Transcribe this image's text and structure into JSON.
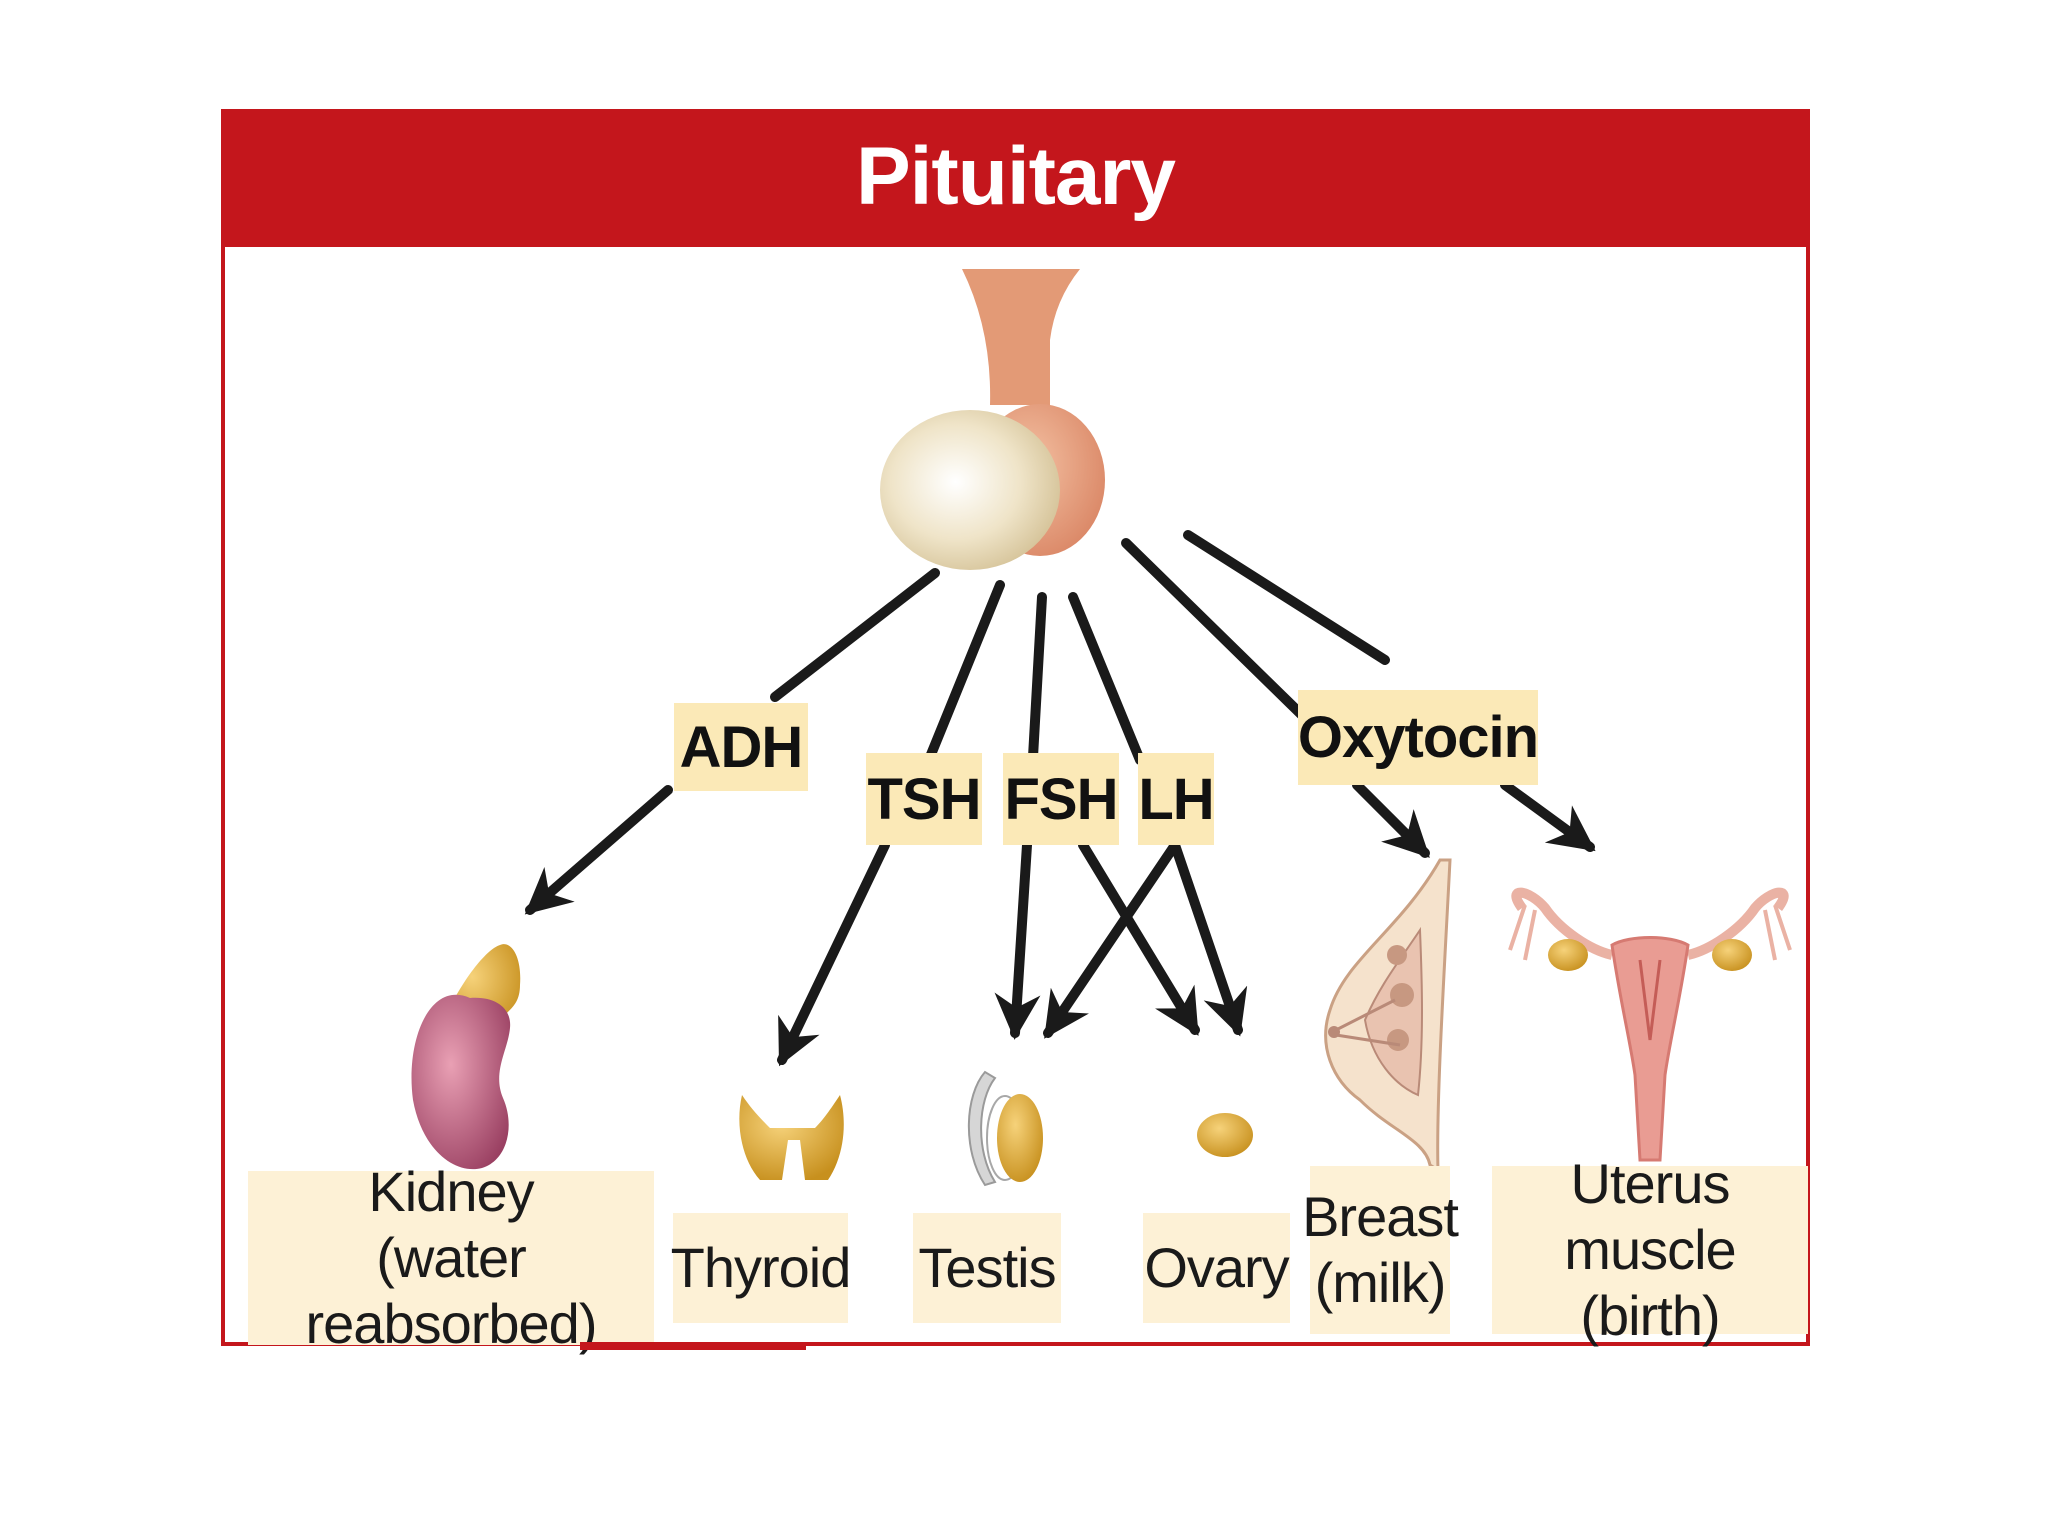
{
  "title": "Pituitary",
  "colors": {
    "accent": "#c4161c",
    "hormone_label_bg": "#fbe9b7",
    "target_label_bg": "#fdf1d6"
  },
  "hormones": [
    "ADH",
    "TSH",
    "FSH",
    "LH",
    "Oxytocin"
  ],
  "targets": [
    {
      "name": "Kidney",
      "note": "(water reabsorbed)"
    },
    {
      "name": "Thyroid",
      "note": ""
    },
    {
      "name": "Testis",
      "note": ""
    },
    {
      "name": "Ovary",
      "note": ""
    },
    {
      "name": "Breast",
      "note": "(milk)"
    },
    {
      "name": "Uterus muscle",
      "note": "(birth)"
    }
  ]
}
